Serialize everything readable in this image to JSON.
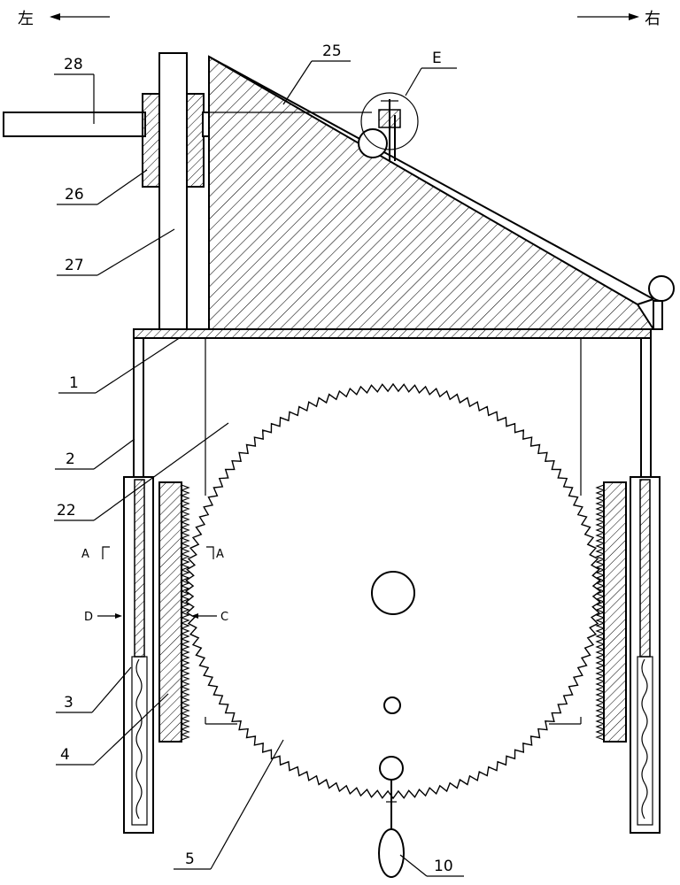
{
  "directions": {
    "left": "左",
    "right": "右"
  },
  "labels": {
    "l28": "28",
    "l25": "25",
    "lE": "E",
    "l26": "26",
    "l27": "27",
    "l1": "1",
    "l2": "2",
    "l22": "22",
    "l3": "3",
    "l4": "4",
    "l5": "5",
    "l10": "10"
  },
  "section_marks": {
    "a_left": "A",
    "a_right": "A",
    "d": "D",
    "c": "C"
  }
}
